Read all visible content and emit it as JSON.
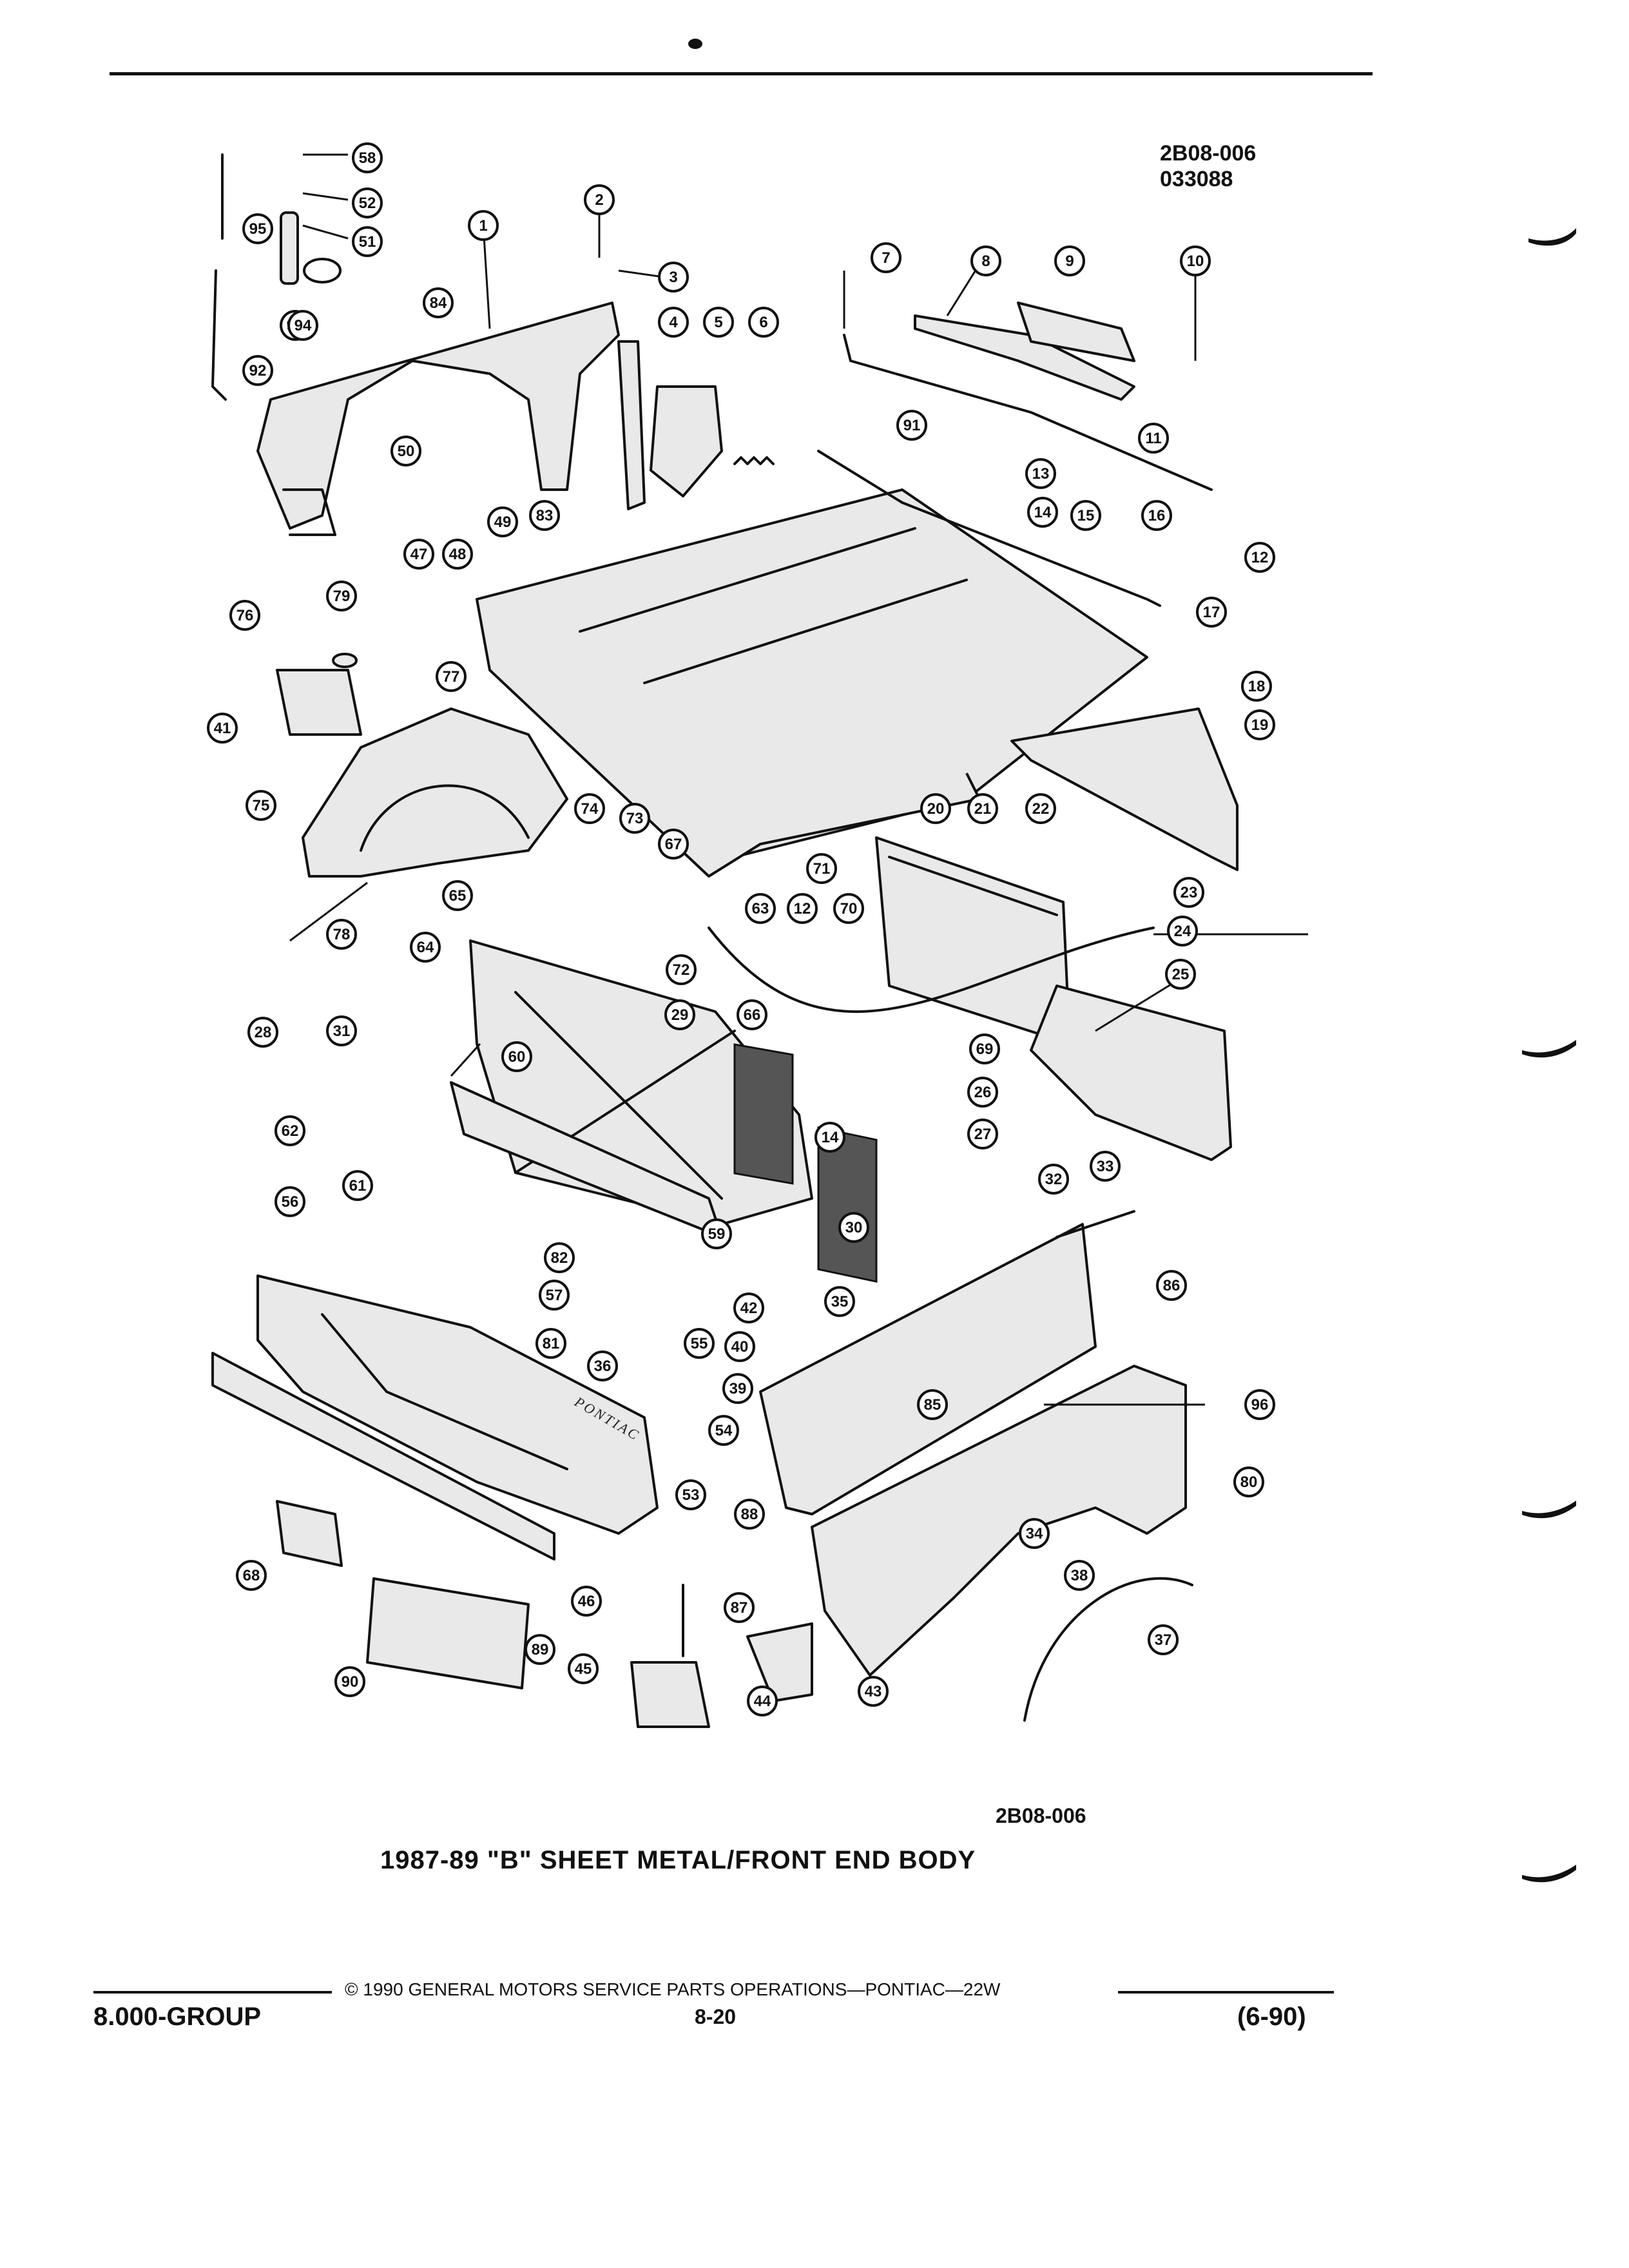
{
  "header": {
    "figure_code": "2B08-006",
    "date_code": "033088"
  },
  "diagram": {
    "title": "1987-89 \"B\" SHEET METAL/FRONT END BODY",
    "bottom_code": "2B08-006",
    "emblem_text": "PONTIAC",
    "callouts": [
      "1",
      "2",
      "3",
      "4",
      "5",
      "6",
      "7",
      "8",
      "9",
      "10",
      "11",
      "12",
      "12",
      "13",
      "14",
      "14",
      "15",
      "16",
      "17",
      "18",
      "19",
      "20",
      "21",
      "22",
      "23",
      "24",
      "25",
      "26",
      "27",
      "28",
      "29",
      "30",
      "31",
      "32",
      "33",
      "34",
      "35",
      "36",
      "37",
      "38",
      "39",
      "40",
      "41",
      "42",
      "43",
      "44",
      "45",
      "46",
      "47",
      "48",
      "49",
      "50",
      "51",
      "52",
      "53",
      "54",
      "55",
      "56",
      "57",
      "58",
      "59",
      "60",
      "61",
      "62",
      "63",
      "64",
      "65",
      "66",
      "67",
      "68",
      "69",
      "70",
      "71",
      "72",
      "73",
      "74",
      "75",
      "76",
      "77",
      "78",
      "79",
      "80",
      "81",
      "82",
      "83",
      "84",
      "85",
      "86",
      "87",
      "88",
      "89",
      "90",
      "91",
      "92",
      "93",
      "94",
      "95",
      "96",
      "1"
    ]
  },
  "footer": {
    "copyright": "© 1990 GENERAL MOTORS SERVICE PARTS OPERATIONS—PONTIAC—22W",
    "group": "8.000-GROUP",
    "page": "8-20",
    "revision": "(6-90)"
  }
}
